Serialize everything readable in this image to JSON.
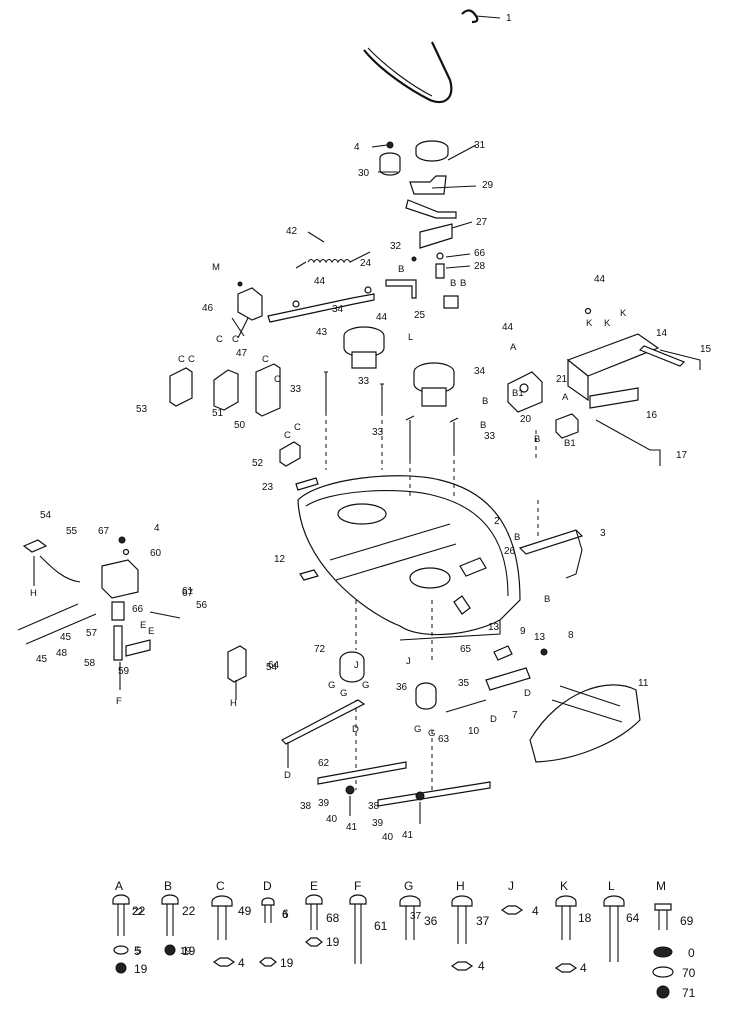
{
  "diagram": {
    "part_labels": [
      "1",
      "2",
      "3",
      "4",
      "4",
      "5",
      "6",
      "7",
      "8",
      "9",
      "10",
      "11",
      "12",
      "13",
      "13",
      "14",
      "15",
      "16",
      "17",
      "19",
      "20",
      "21",
      "22",
      "23",
      "24",
      "25",
      "26",
      "27",
      "28",
      "29",
      "30",
      "31",
      "32",
      "33",
      "33",
      "33",
      "33",
      "34",
      "34",
      "35",
      "36",
      "37",
      "38",
      "38",
      "39",
      "39",
      "40",
      "40",
      "41",
      "41",
      "42",
      "43",
      "44",
      "44",
      "44",
      "44",
      "45",
      "45",
      "46",
      "47",
      "48",
      "50",
      "51",
      "52",
      "53",
      "54",
      "54",
      "55",
      "56",
      "57",
      "58",
      "59",
      "60",
      "61",
      "62",
      "63",
      "64",
      "65",
      "66",
      "66",
      "67",
      "67",
      "72"
    ],
    "letter_labels": [
      "A",
      "A",
      "B",
      "B",
      "B",
      "B",
      "B",
      "B",
      "B",
      "B",
      "B1",
      "B1",
      "C",
      "C",
      "C",
      "C",
      "C",
      "C",
      "C",
      "C",
      "D",
      "D",
      "D",
      "D",
      "E",
      "E",
      "F",
      "G",
      "G",
      "G",
      "G",
      "G",
      "H",
      "H",
      "J",
      "J",
      "K",
      "K",
      "K",
      "L",
      "M"
    ]
  },
  "hardware_key": [
    {
      "letter": "A",
      "items": [
        "22",
        "5",
        "19"
      ]
    },
    {
      "letter": "B",
      "items": [
        "22",
        "19"
      ]
    },
    {
      "letter": "C",
      "items": [
        "49",
        "4"
      ]
    },
    {
      "letter": "D",
      "items": [
        "6",
        "19"
      ]
    },
    {
      "letter": "E",
      "items": [
        "68",
        "19"
      ]
    },
    {
      "letter": "F",
      "items": [
        "61"
      ]
    },
    {
      "letter": "G",
      "items": [
        "36"
      ]
    },
    {
      "letter": "H",
      "items": [
        "37",
        "4"
      ]
    },
    {
      "letter": "J",
      "items": [
        "4"
      ]
    },
    {
      "letter": "K",
      "items": [
        "18",
        "4"
      ]
    },
    {
      "letter": "L",
      "items": [
        "64"
      ]
    },
    {
      "letter": "M",
      "items": [
        "69",
        "0",
        "70",
        "71"
      ]
    }
  ]
}
